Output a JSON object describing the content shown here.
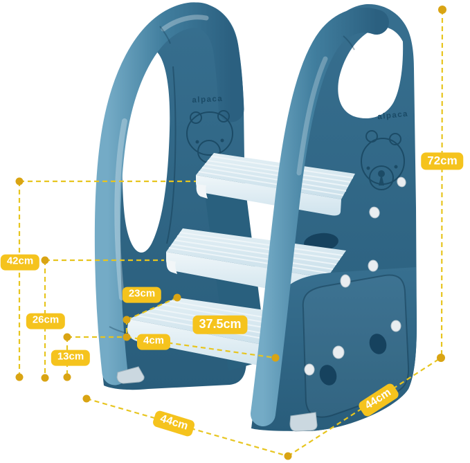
{
  "page": {
    "background": "#ffffff"
  },
  "brand": {
    "text": "alpaca"
  },
  "palette": {
    "rail_teal": "#417e9e",
    "panel_teal": "#2e6888",
    "step_blue": "#d7e8f0",
    "badge_yellow": "#f5c31d",
    "dash_gold": "#e7c51f",
    "dot_gold": "#d9a413",
    "badge_text": "#ffffff"
  },
  "annotations": [
    {
      "id": "total-height",
      "label": "72cm"
    },
    {
      "id": "top-step-height",
      "label": "42cm"
    },
    {
      "id": "middle-step-height",
      "label": "26cm"
    },
    {
      "id": "bottom-step-height",
      "label": "13cm"
    },
    {
      "id": "step-depth",
      "label": "23cm"
    },
    {
      "id": "step-thickness",
      "label": "4cm"
    },
    {
      "id": "step-width",
      "label": "37.5cm"
    },
    {
      "id": "base-depth",
      "label": "44cm"
    },
    {
      "id": "base-width",
      "label": "44cm"
    }
  ]
}
